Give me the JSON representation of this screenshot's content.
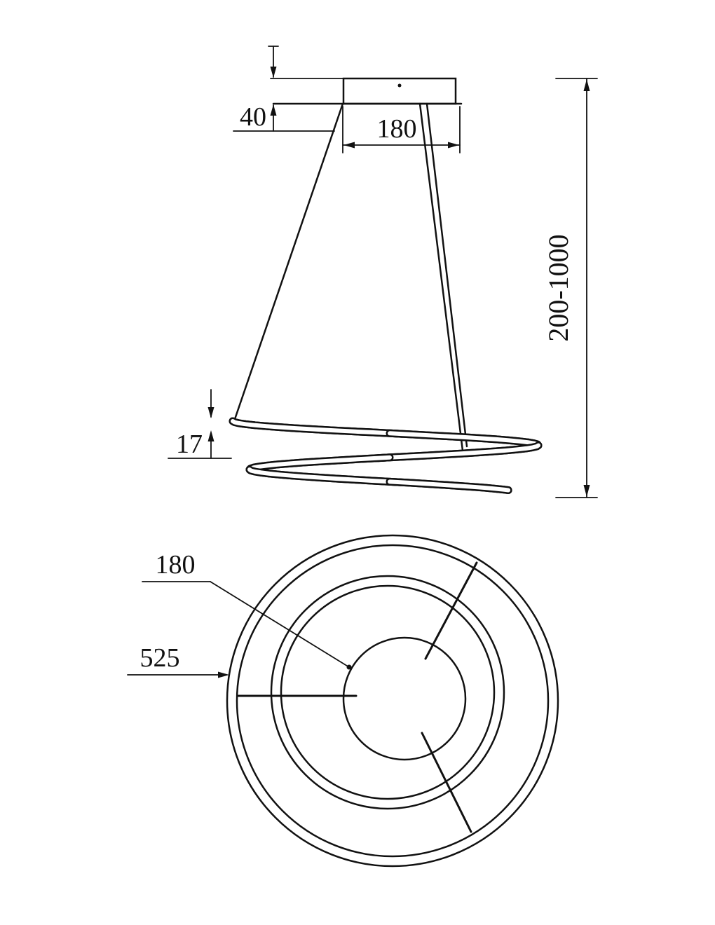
{
  "colors": {
    "line": "#111111",
    "background": "#ffffff"
  },
  "dimensions": {
    "elevation": {
      "canopy_height": "40",
      "canopy_width": "180",
      "suspension_height_range": "200-1000",
      "tube_diameter": "17"
    },
    "plan": {
      "inner_circle_diameter": "180",
      "outer_diameter": "525"
    }
  }
}
